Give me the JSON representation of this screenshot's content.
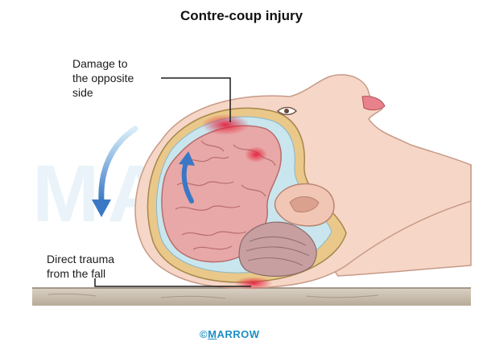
{
  "title": "Contre-coup injury",
  "callouts": {
    "coup_site": [
      "Damage to",
      "the opposite",
      "side"
    ],
    "trauma_site": [
      "Direct trauma",
      "from the fall"
    ]
  },
  "credit": {
    "symbol": "©",
    "first_letter": "M",
    "rest": "ARROW"
  },
  "watermark": "MARROW",
  "colors": {
    "skin": "#f6d6c6",
    "skull": "#e9c88a",
    "csf": "#c9e6ee",
    "brain": "#e8a8a8",
    "cerebellum": "#c79fa0",
    "damage": "#e3223c",
    "arrow": "#3a78c6",
    "accent": "#1e8fc5"
  }
}
